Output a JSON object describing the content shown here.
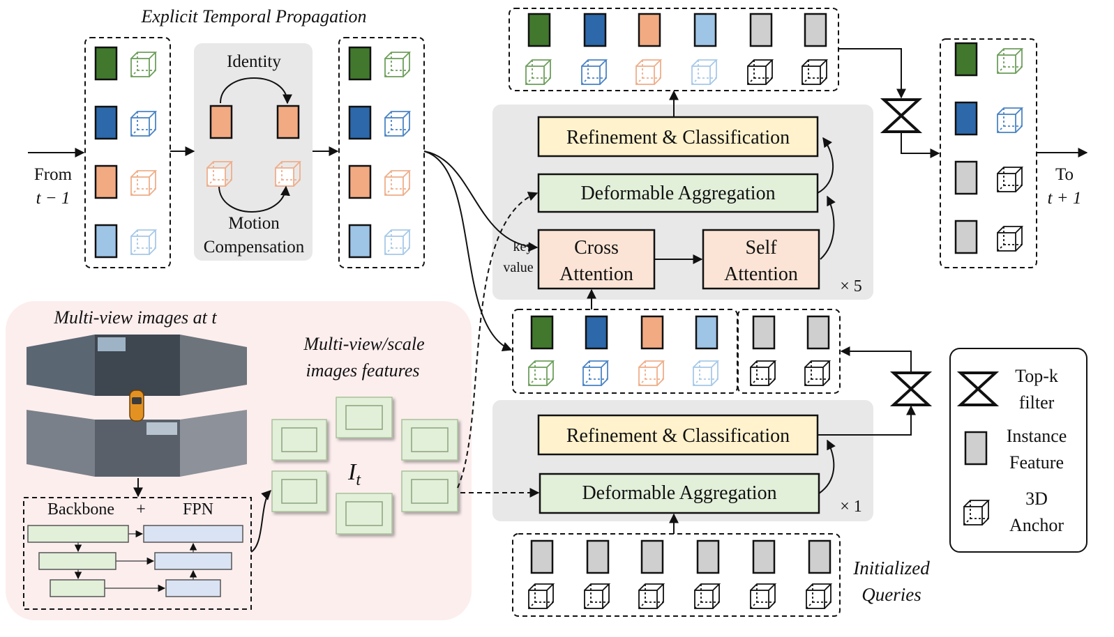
{
  "colors": {
    "green": "#41782d",
    "blue": "#2c68aa",
    "orange": "#f2aa82",
    "lightblue": "#9ec4e6",
    "gray": "#cfcfcf",
    "panel": "#e8e8e8",
    "refine": "#fff2cc",
    "deform": "#e2efd9",
    "attn": "#fbe4d5",
    "multiview_bg": "#fdeeee",
    "feature": "#e2efd9",
    "backbone": "#e2efd9",
    "fpn": "#dae3f3"
  },
  "temporal": {
    "title": "Explicit Temporal Propagation",
    "identity": "Identity",
    "motion_line1": "Motion",
    "motion_line2": "Compensation",
    "from_line1": "From",
    "from_line2": "t − 1",
    "to_line1": "To",
    "to_line2": "t + 1"
  },
  "decoder": {
    "refine": "Refinement & Classification",
    "deform": "Deformable Aggregation",
    "cross_line1": "Cross",
    "cross_line2": "Attention",
    "self_line1": "Self",
    "self_line2": "Attention",
    "key": "key",
    "value": "value",
    "x5": "× 5",
    "x1": "× 1"
  },
  "multiview": {
    "title": "Multi-view images at t",
    "features_line1": "Multi-view/scale",
    "features_line2": "images features",
    "it": "I",
    "it_sub": "t",
    "backbone": "Backbone",
    "plus": "+",
    "fpn": "FPN"
  },
  "queries": {
    "label_line1": "Initialized",
    "label_line2": "Queries"
  },
  "legend": {
    "topk_line1": "Top-k",
    "topk_line2": "filter",
    "instance_line1": "Instance",
    "instance_line2": "Feature",
    "anchor_line1": "3D",
    "anchor_line2": "Anchor"
  }
}
